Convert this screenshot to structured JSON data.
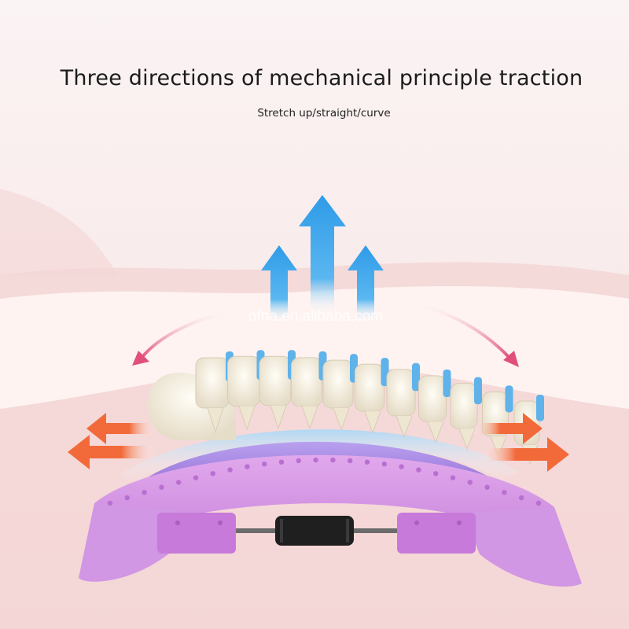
{
  "header": {
    "title": "Three directions of mechanical principle traction",
    "subtitle": "Stretch up/straight/curve"
  },
  "watermark": "ofna.en.alibaba.com",
  "colors": {
    "up_arrow": "#2f9be8",
    "side_arrow": "#f26a3a",
    "curve_arrow": "#e0507a",
    "device": "#cf8ee0",
    "device_pad": "#9f7ad8",
    "spine_disc": "#5fb2ea"
  },
  "icons": [
    "stretch-up-arrow-icon",
    "straight-arrow-icon",
    "curve-arrow-icon",
    "spine-illustration",
    "back-stretcher-device"
  ]
}
